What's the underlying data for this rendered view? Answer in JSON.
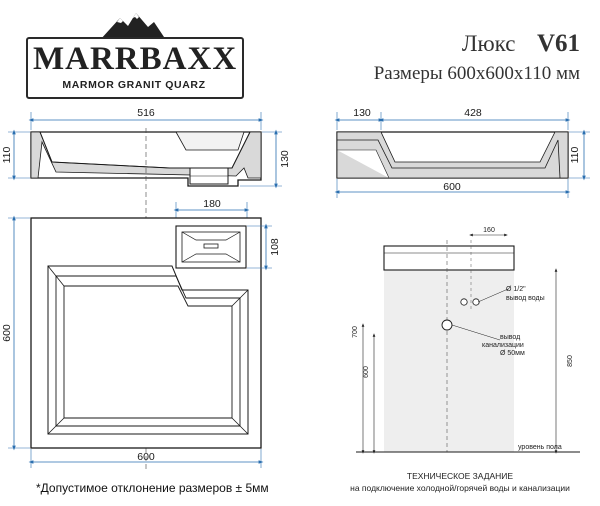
{
  "brand": {
    "name": "MARRBAXX",
    "tagline": "MARMOR GRANIT QUARZ"
  },
  "model": {
    "series": "Люкс",
    "code": "V61",
    "sizes": "Размеры 600х600х110 мм"
  },
  "dimensions": {
    "front_top_width": "516",
    "front_height": "110",
    "front_drain_height": "130",
    "side_shelf": "130",
    "side_bowl": "428",
    "side_height": "110",
    "side_total": "600",
    "plan_shelf_width": "180",
    "plan_shelf_depth": "108",
    "plan_depth": "600",
    "plan_width": "600"
  },
  "install": {
    "counter_width": "160",
    "pipe_size": "Ø 1/2\"",
    "water_outlet": "вывод воды",
    "drain_label_1": "вывод",
    "drain_label_2": "канализации",
    "drain_size": "Ø 50мм",
    "height_700": "700",
    "height_600": "600",
    "height_850": "850",
    "floor_level": "уровень пола"
  },
  "notes": {
    "tolerance": "*Допустимое отклонение размеров ± 5мм",
    "spec_title": "ТЕХНИЧЕСКОЕ ЗАДАНИЕ",
    "spec_subtitle": "на подключение холодной/горячей воды и канализации"
  },
  "colors": {
    "accent_dim": "#2a6fb0",
    "outline": "#1a1a1a",
    "shade": "#d9d9d9",
    "wall": "#eeeeee"
  }
}
